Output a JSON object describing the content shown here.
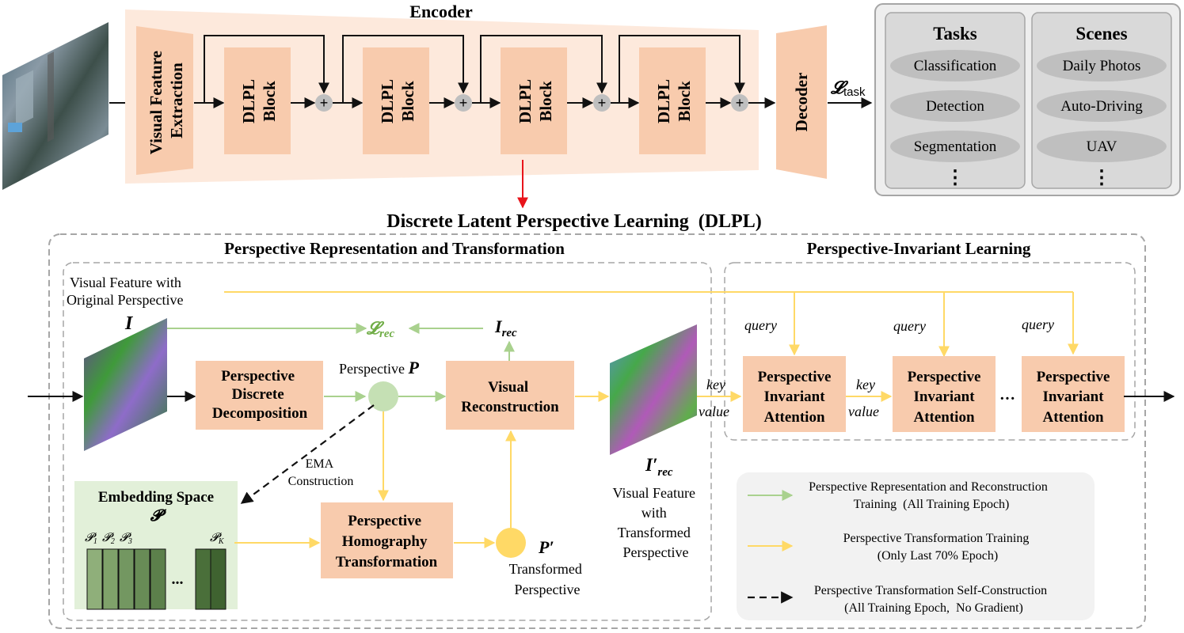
{
  "encoder": {
    "title": "Encoder",
    "feature_extraction": [
      "Visual Feature",
      "Extraction"
    ],
    "dlpl_block": [
      "DLPL",
      "Block"
    ],
    "plus": "+",
    "decoder": "Decoder",
    "loss_symbol": "𝓛",
    "loss_sub": "task"
  },
  "tasks": {
    "title": "Tasks",
    "items": [
      "Classification",
      "Detection",
      "Segmentation"
    ],
    "more": "⋮"
  },
  "scenes": {
    "title": "Scenes",
    "items": [
      "Daily Photos",
      "Auto-Driving",
      "UAV"
    ],
    "more": "⋮"
  },
  "dlpl": {
    "title": "Discrete Latent Perspective Learning  (DLPL)",
    "prt_title": "Perspective Representation and Transformation",
    "pil_title": "Perspective-Invariant Learning",
    "visual_feature_orig": [
      "Visual Feature with",
      "Original Perspective"
    ],
    "symbol_I": "I",
    "loss_rec_L": "𝓛",
    "loss_rec_sub": "rec",
    "symbol_I_rec": "I",
    "symbol_I_rec_sub": "rec",
    "symbol_I_rec_prime": "I′",
    "symbol_I_rec_prime_sub": "rec",
    "perspective_label": "Perspective",
    "perspective_symbol": "P",
    "ppd": [
      "Perspective",
      "Discrete",
      "Decomposition"
    ],
    "visual_reconstruction": [
      "Visual",
      "Reconstruction"
    ],
    "ema": [
      "EMA",
      "Construction"
    ],
    "embedding_title": "Embedding Space",
    "embedding_symbol": "𝓟",
    "embedding_labels": [
      "𝓟",
      "1",
      "𝓟",
      "2",
      "𝓟",
      "3",
      "𝓟",
      "K"
    ],
    "ellipsis": "...",
    "pht": [
      "Perspective",
      "Homography",
      "Transformation"
    ],
    "p_prime": "P′",
    "transformed_perspective": [
      "Transformed",
      "Perspective"
    ],
    "visual_feature_trans": [
      "Visual Feature",
      "with",
      "Transformed",
      "Perspective"
    ],
    "pia": [
      "Perspective",
      "Invariant",
      "Attention"
    ],
    "query": "query",
    "key": "key",
    "value": "value",
    "pia_ellipsis": "···"
  },
  "legend": {
    "green": [
      "Perspective Representation and Reconstruction",
      "Training  (All Training Epoch)"
    ],
    "yellow": [
      "Perspective Transformation Training",
      "(Only Last 70% Epoch)"
    ],
    "dashed": [
      "Perspective Transformation Self-Construction",
      "(All Training Epoch,  No Gradient)"
    ]
  },
  "colors": {
    "block_fill": "#f8cbad",
    "encoder_bg": "#fde9dc",
    "green_arrow": "#a9d18e",
    "yellow_arrow": "#ffd966",
    "red_arrow": "#e8141b",
    "panel_gray": "#d9d9d9",
    "panel_outer": "#eeeeee",
    "ellipse_gray": "#bfbfbf",
    "embedding_bg": "#e2f0d9",
    "legend_bg": "#f2f2f2"
  }
}
